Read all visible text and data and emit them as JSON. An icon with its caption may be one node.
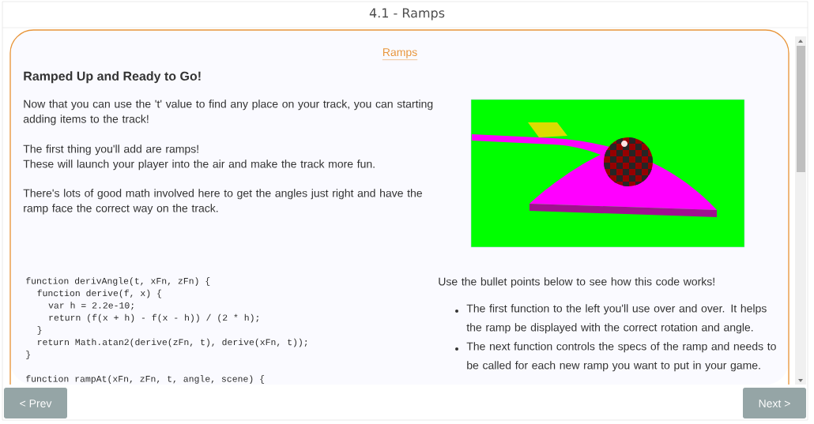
{
  "diagram": {
    "title": "4.1 - Ramps",
    "labels": [
      "Ramps",
      "Ramped Up and Ready to Go!",
      "Now that you can use the 't' value to find any place on your track, you can starting adding items to the track!",
      "The first thing you'll add are ramps!",
      "These will launch your player into the air and make the track more fun.",
      "There's lots of good math involved here to get the angles just right and have the ramp face the correct way on the track.",
      "function derivAngle(t, xFn, zFn) {",
      "function derive(f, x) {",
      "var h = 2.2e-10;",
      "return (f(x + h) - f(x - h)) / (2 * h);",
      "}",
      "return Math.atan2(derive(zFn, t), derive(xFn, t));",
      "}",
      "function rampAt(xFn, zFn, t, angle, scene) {",
      "Use the bullet points below to see how this code works!",
      "The first function to the left you'll use over and over. It helps the ramp be displayed with the correct rotation and angle.",
      "The next function controls the specs of the ramp and needs to be called for each new ramp you want to put in your game.",
      "< Prev",
      "Next >"
    ]
  }
}
